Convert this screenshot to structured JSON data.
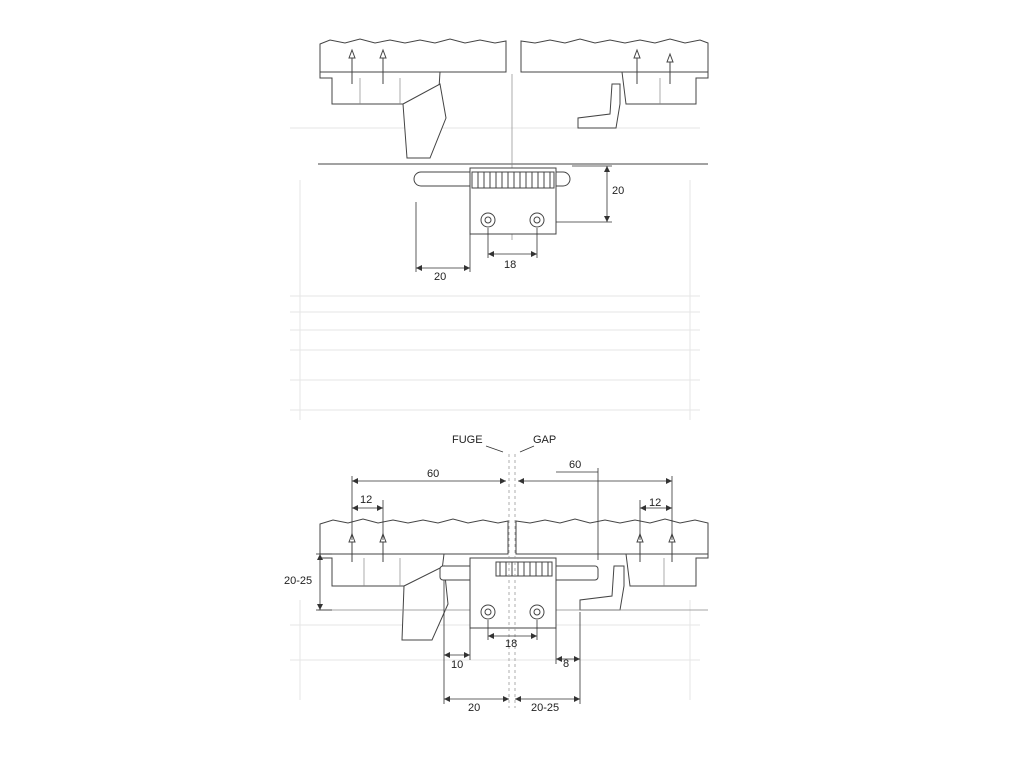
{
  "top_view": {
    "dim_height": "20",
    "dim_left": "20",
    "dim_holes": "18"
  },
  "bottom_view": {
    "label_fuge": "FUGE",
    "label_gap": "GAP",
    "dim_60_left": "60",
    "dim_60_right": "60",
    "dim_12_left": "12",
    "dim_12_right": "12",
    "dim_height": "20-25",
    "dim_holes": "18",
    "dim_10": "10",
    "dim_8": "8",
    "dim_20": "20",
    "dim_20_25": "20-25"
  }
}
